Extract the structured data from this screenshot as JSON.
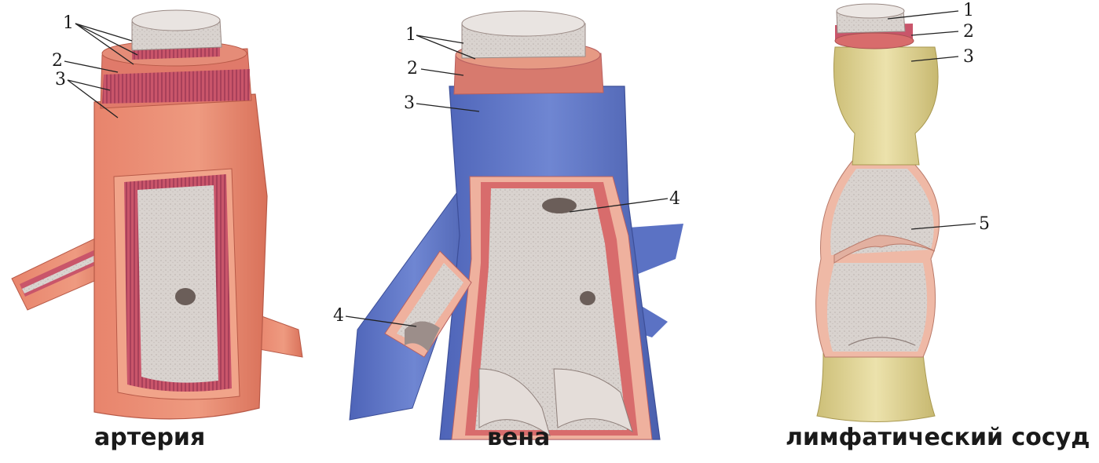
{
  "captions": {
    "artery": "артерия",
    "vein": "вена",
    "lymph": "лимфатический сосуд"
  },
  "labels": {
    "artery": [
      "1",
      "2",
      "3"
    ],
    "vein": [
      "1",
      "2",
      "3",
      "4",
      "4"
    ],
    "lymph": [
      "1",
      "2",
      "3",
      "5"
    ]
  },
  "colors": {
    "artery_outer": "#e8846c",
    "artery_media": "#c9556a",
    "vein_outer": "#5b72c4",
    "vein_media": "#d86c6c",
    "lymph_outer": "#dccf8e",
    "intima": "#d8d0cb"
  }
}
